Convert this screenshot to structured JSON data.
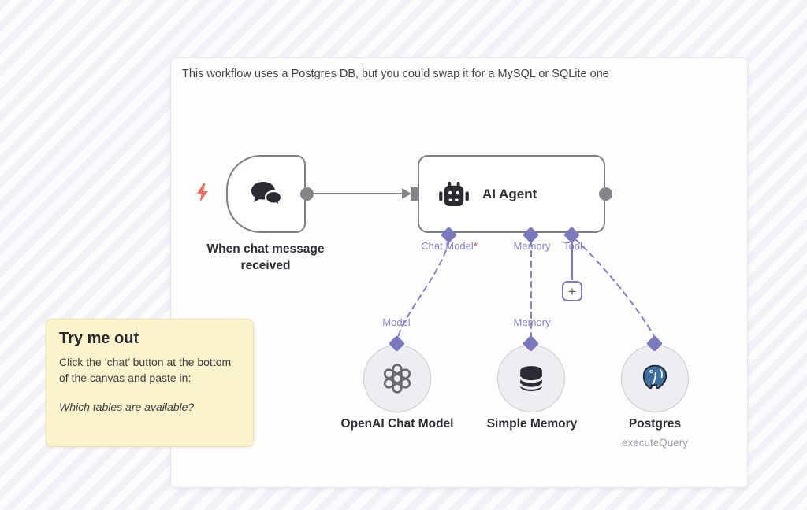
{
  "canvas": {
    "top_note": "This workflow uses a Postgres DB, but you could swap it for a MySQL or SQLite one"
  },
  "trigger": {
    "label": "When chat message received"
  },
  "agent": {
    "title": "AI Agent",
    "ports": [
      {
        "label": "Chat Model",
        "required": "*"
      },
      {
        "label": "Memory"
      },
      {
        "label": "Tool"
      }
    ],
    "add_tool_label": "+"
  },
  "subnodes": [
    {
      "label": "OpenAI Chat Model",
      "port_label": "Model"
    },
    {
      "label": "Simple Memory",
      "port_label": "Memory"
    },
    {
      "label": "Postgres",
      "sublabel": "executeQuery"
    }
  ],
  "sticky": {
    "title": "Try me out",
    "body": "Click the ‘chat’ button at the bottom of the canvas and paste in:",
    "prompt": "Which tables are available?"
  },
  "colors": {
    "accent_purple": "#7b79bd",
    "label_purple": "#8583c8",
    "required_red": "#d64545",
    "node_border": "#7d7d85",
    "wire_gray": "#84848b",
    "icon_dark": "#2b2c33",
    "sticky_bg": "#fcf3cd",
    "trigger_bolt": "#f0705f",
    "postgres_blue": "#3d6e9e"
  }
}
